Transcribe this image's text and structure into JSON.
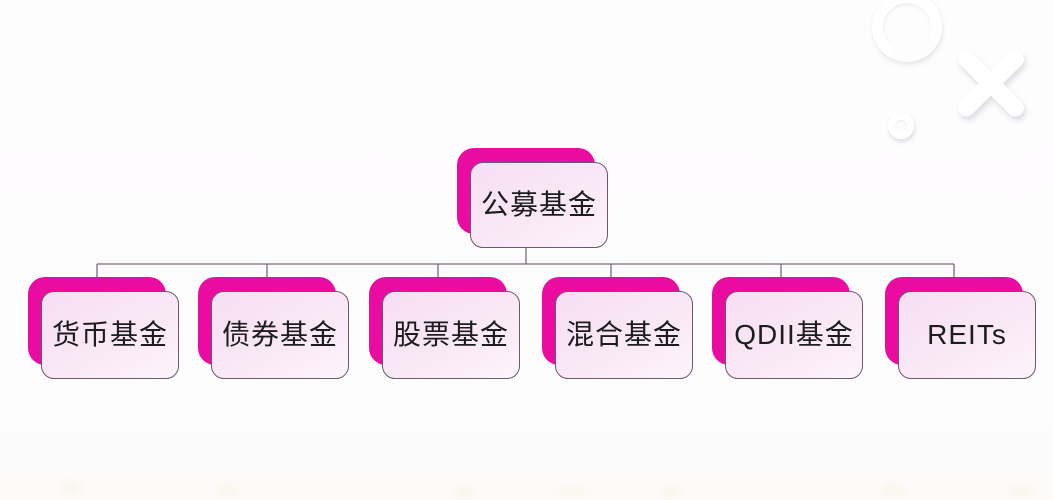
{
  "diagram": {
    "root": {
      "label": "公募基金"
    },
    "children": [
      {
        "label": "货币基金"
      },
      {
        "label": "债券基金"
      },
      {
        "label": "股票基金"
      },
      {
        "label": "混合基金"
      },
      {
        "label": "QDII基金"
      },
      {
        "label": "REITs"
      }
    ],
    "colors": {
      "card_back": "#ea0ca0",
      "card_front_a": "#f6def2",
      "card_front_b": "#fdf4fb",
      "card_border": "#6b5a6f",
      "connector": "#7b697e",
      "label": "#1d1d1f"
    }
  },
  "decorations": {
    "shapes": [
      "ring-icon",
      "cross-icon",
      "dot-icon"
    ],
    "shape_color": "#ffffff"
  }
}
